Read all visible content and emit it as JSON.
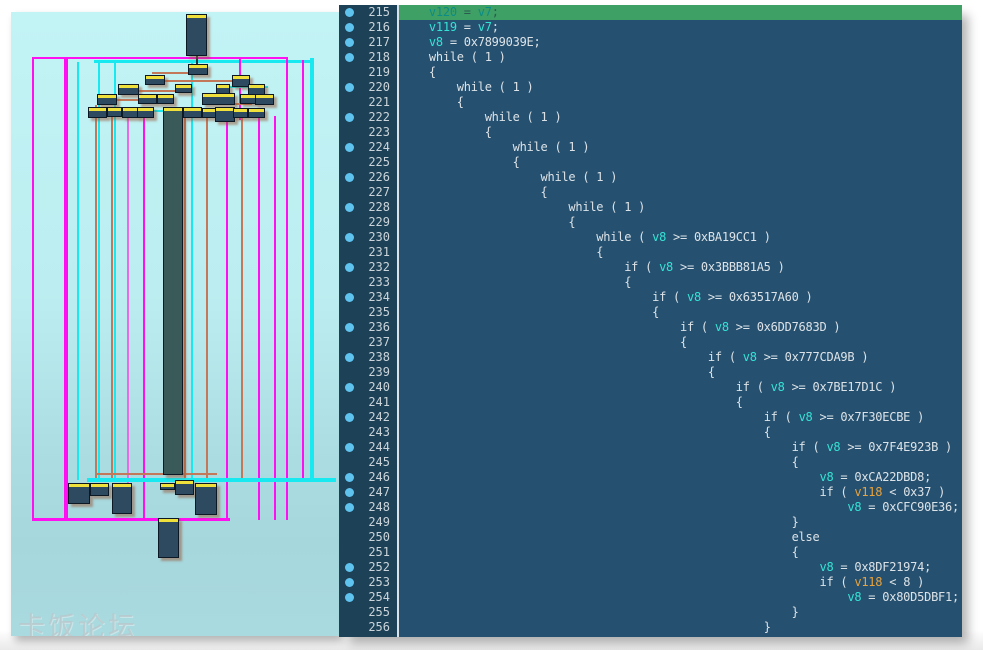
{
  "watermark": "卡饭论坛",
  "colors": {
    "magenta": "#ff10f0",
    "cyan": "#18e8f0",
    "salmon": "#c4785a",
    "violet": "#e86ae8",
    "dark": "#25333b",
    "node_body": "#2e4a60",
    "node_header": "#f0e03c",
    "column_body": "#3a5a5a",
    "highlight_green": "#3fa065",
    "variable_cyan": "#35e3d5",
    "variable_orange": "#e8a23c",
    "code_bg": "#26506f",
    "gutter_bg": "#1d4156",
    "breakpoint_blue": "#5fc3ef"
  },
  "graph": {
    "edges": [
      [
        "m",
        21,
        45,
        256,
        2
      ],
      [
        "c",
        83,
        48,
        220,
        3
      ],
      [
        "m",
        21,
        45,
        2,
        462
      ],
      [
        "M",
        53,
        45,
        4,
        464
      ],
      [
        "c",
        66,
        50,
        2,
        418
      ],
      [
        "s",
        84,
        93,
        2,
        375
      ],
      [
        "c",
        87,
        50,
        2,
        418
      ],
      [
        "s",
        100,
        100,
        2,
        368
      ],
      [
        "c",
        103,
        50,
        2,
        418
      ],
      [
        "v",
        116,
        103,
        2,
        373
      ],
      [
        "m",
        132,
        103,
        2,
        405
      ],
      [
        "s",
        173,
        100,
        2,
        368
      ],
      [
        "c",
        180,
        50,
        2,
        418
      ],
      [
        "s",
        195,
        104,
        2,
        364
      ],
      [
        "m",
        215,
        108,
        2,
        400
      ],
      [
        "s",
        230,
        104,
        2,
        364
      ],
      [
        "m",
        247,
        104,
        2,
        404
      ],
      [
        "m",
        263,
        104,
        2,
        404
      ],
      [
        "m",
        275,
        45,
        2,
        463
      ],
      [
        "m",
        291,
        48,
        2,
        420
      ],
      [
        "C",
        299,
        46,
        4,
        424
      ],
      [
        "m",
        228,
        45,
        2,
        63
      ],
      [
        "k",
        185,
        40,
        2,
        12
      ],
      [
        "s",
        141,
        60,
        40,
        2
      ],
      [
        "s",
        149,
        68,
        76,
        2
      ],
      [
        "s",
        114,
        78,
        54,
        2
      ],
      [
        "s",
        93,
        87,
        57,
        2
      ],
      [
        "s",
        199,
        91,
        42,
        2
      ],
      [
        "c",
        83,
        98,
        71,
        2
      ],
      [
        "c",
        205,
        74,
        52,
        2
      ],
      [
        "C",
        76,
        466,
        249,
        4
      ],
      [
        "s",
        84,
        461,
        122,
        2
      ],
      [
        "m",
        21,
        506,
        198,
        3
      ]
    ],
    "nodes": [
      [
        "h",
        175,
        2,
        19,
        40
      ],
      [
        "h",
        177,
        52,
        18,
        9
      ],
      [
        "h",
        134,
        63,
        18,
        8
      ],
      [
        "h",
        221,
        63,
        16,
        10
      ],
      [
        "h",
        107,
        72,
        19,
        9
      ],
      [
        "h",
        164,
        72,
        15,
        7
      ],
      [
        "h",
        205,
        72,
        12,
        8
      ],
      [
        "h",
        237,
        72,
        15,
        10
      ],
      [
        "h",
        86,
        82,
        18,
        9
      ],
      [
        "h",
        127,
        82,
        17,
        8
      ],
      [
        "h",
        146,
        82,
        15,
        8
      ],
      [
        "h",
        191,
        81,
        31,
        10
      ],
      [
        "h",
        229,
        82,
        14,
        8
      ],
      [
        "h",
        244,
        82,
        17,
        9
      ],
      [
        "h",
        77,
        95,
        17,
        9
      ],
      [
        "h",
        96,
        95,
        13,
        8
      ],
      [
        "h",
        111,
        95,
        14,
        9
      ],
      [
        "h",
        126,
        95,
        15,
        9
      ],
      [
        "c",
        152,
        95,
        18,
        366
      ],
      [
        "h",
        172,
        95,
        17,
        9
      ],
      [
        "h",
        191,
        96,
        12,
        8
      ],
      [
        "h",
        204,
        95,
        18,
        13
      ],
      [
        "h",
        222,
        96,
        13,
        8
      ],
      [
        "h",
        237,
        96,
        15,
        8
      ],
      [
        "h",
        57,
        471,
        20,
        19
      ],
      [
        "h",
        79,
        471,
        17,
        11
      ],
      [
        "h",
        101,
        471,
        18,
        29
      ],
      [
        "h",
        149,
        471,
        13,
        5
      ],
      [
        "h",
        164,
        468,
        17,
        13
      ],
      [
        "h",
        184,
        471,
        20,
        30
      ],
      [
        "h",
        147,
        506,
        19,
        38
      ]
    ]
  },
  "code": {
    "breakpoints": [
      215,
      216,
      217,
      218,
      220,
      222,
      224,
      226,
      228,
      230,
      232,
      234,
      236,
      238,
      240,
      242,
      244,
      246,
      247,
      248,
      252,
      253,
      254
    ],
    "highlight_line": 215,
    "lines": [
      {
        "n": 215,
        "i": 4,
        "t": [
          [
            "v",
            "v120"
          ],
          [
            "t",
            " = "
          ],
          [
            "v",
            "v7"
          ],
          [
            "t",
            ";"
          ]
        ]
      },
      {
        "n": 216,
        "i": 4,
        "t": [
          [
            "v",
            "v119"
          ],
          [
            "t",
            " = "
          ],
          [
            "v",
            "v7"
          ],
          [
            "t",
            ";"
          ]
        ]
      },
      {
        "n": 217,
        "i": 4,
        "t": [
          [
            "v",
            "v8"
          ],
          [
            "t",
            " = 0x7899039E;"
          ]
        ]
      },
      {
        "n": 218,
        "i": 4,
        "t": [
          [
            "t",
            "while ( 1 )"
          ]
        ]
      },
      {
        "n": 219,
        "i": 4,
        "t": [
          [
            "t",
            "{"
          ]
        ]
      },
      {
        "n": 220,
        "i": 8,
        "t": [
          [
            "t",
            "while ( 1 )"
          ]
        ]
      },
      {
        "n": 221,
        "i": 8,
        "t": [
          [
            "t",
            "{"
          ]
        ]
      },
      {
        "n": 222,
        "i": 12,
        "t": [
          [
            "t",
            "while ( 1 )"
          ]
        ]
      },
      {
        "n": 223,
        "i": 12,
        "t": [
          [
            "t",
            "{"
          ]
        ]
      },
      {
        "n": 224,
        "i": 16,
        "t": [
          [
            "t",
            "while ( 1 )"
          ]
        ]
      },
      {
        "n": 225,
        "i": 16,
        "t": [
          [
            "t",
            "{"
          ]
        ]
      },
      {
        "n": 226,
        "i": 20,
        "t": [
          [
            "t",
            "while ( 1 )"
          ]
        ]
      },
      {
        "n": 227,
        "i": 20,
        "t": [
          [
            "t",
            "{"
          ]
        ]
      },
      {
        "n": 228,
        "i": 24,
        "t": [
          [
            "t",
            "while ( 1 )"
          ]
        ]
      },
      {
        "n": 229,
        "i": 24,
        "t": [
          [
            "t",
            "{"
          ]
        ]
      },
      {
        "n": 230,
        "i": 28,
        "t": [
          [
            "t",
            "while ( "
          ],
          [
            "v",
            "v8"
          ],
          [
            "t",
            " >= 0xBA19CC1 )"
          ]
        ]
      },
      {
        "n": 231,
        "i": 28,
        "t": [
          [
            "t",
            "{"
          ]
        ]
      },
      {
        "n": 232,
        "i": 32,
        "t": [
          [
            "t",
            "if ( "
          ],
          [
            "v",
            "v8"
          ],
          [
            "t",
            " >= 0x3BBB81A5 )"
          ]
        ]
      },
      {
        "n": 233,
        "i": 32,
        "t": [
          [
            "t",
            "{"
          ]
        ]
      },
      {
        "n": 234,
        "i": 36,
        "t": [
          [
            "t",
            "if ( "
          ],
          [
            "v",
            "v8"
          ],
          [
            "t",
            " >= 0x63517A60 )"
          ]
        ]
      },
      {
        "n": 235,
        "i": 36,
        "t": [
          [
            "t",
            "{"
          ]
        ]
      },
      {
        "n": 236,
        "i": 40,
        "t": [
          [
            "t",
            "if ( "
          ],
          [
            "v",
            "v8"
          ],
          [
            "t",
            " >= 0x6DD7683D )"
          ]
        ]
      },
      {
        "n": 237,
        "i": 40,
        "t": [
          [
            "t",
            "{"
          ]
        ]
      },
      {
        "n": 238,
        "i": 44,
        "t": [
          [
            "t",
            "if ( "
          ],
          [
            "v",
            "v8"
          ],
          [
            "t",
            " >= 0x777CDA9B )"
          ]
        ]
      },
      {
        "n": 239,
        "i": 44,
        "t": [
          [
            "t",
            "{"
          ]
        ]
      },
      {
        "n": 240,
        "i": 48,
        "t": [
          [
            "t",
            "if ( "
          ],
          [
            "v",
            "v8"
          ],
          [
            "t",
            " >= 0x7BE17D1C )"
          ]
        ]
      },
      {
        "n": 241,
        "i": 48,
        "t": [
          [
            "t",
            "{"
          ]
        ]
      },
      {
        "n": 242,
        "i": 52,
        "t": [
          [
            "t",
            "if ( "
          ],
          [
            "v",
            "v8"
          ],
          [
            "t",
            " >= 0x7F30ECBE )"
          ]
        ]
      },
      {
        "n": 243,
        "i": 52,
        "t": [
          [
            "t",
            "{"
          ]
        ]
      },
      {
        "n": 244,
        "i": 56,
        "t": [
          [
            "t",
            "if ( "
          ],
          [
            "v",
            "v8"
          ],
          [
            "t",
            " >= 0x7F4E923B )"
          ]
        ]
      },
      {
        "n": 245,
        "i": 56,
        "t": [
          [
            "t",
            "{"
          ]
        ]
      },
      {
        "n": 246,
        "i": 60,
        "t": [
          [
            "v",
            "v8"
          ],
          [
            "t",
            " = 0xCA22DBD8;"
          ]
        ]
      },
      {
        "n": 247,
        "i": 60,
        "t": [
          [
            "t",
            "if ( "
          ],
          [
            "o",
            "v118"
          ],
          [
            "t",
            " < 0x37 )"
          ]
        ]
      },
      {
        "n": 248,
        "i": 64,
        "t": [
          [
            "v",
            "v8"
          ],
          [
            "t",
            " = 0xCFC90E36;"
          ]
        ]
      },
      {
        "n": 249,
        "i": 56,
        "t": [
          [
            "t",
            "}"
          ]
        ]
      },
      {
        "n": 250,
        "i": 56,
        "t": [
          [
            "t",
            "else"
          ]
        ]
      },
      {
        "n": 251,
        "i": 56,
        "t": [
          [
            "t",
            "{"
          ]
        ]
      },
      {
        "n": 252,
        "i": 60,
        "t": [
          [
            "v",
            "v8"
          ],
          [
            "t",
            " = 0x8DF21974;"
          ]
        ]
      },
      {
        "n": 253,
        "i": 60,
        "t": [
          [
            "t",
            "if ( "
          ],
          [
            "o",
            "v118"
          ],
          [
            "t",
            " < 8 )"
          ]
        ]
      },
      {
        "n": 254,
        "i": 64,
        "t": [
          [
            "v",
            "v8"
          ],
          [
            "t",
            " = 0x80D5DBF1;"
          ]
        ]
      },
      {
        "n": 255,
        "i": 56,
        "t": [
          [
            "t",
            "}"
          ]
        ]
      },
      {
        "n": 256,
        "i": 52,
        "t": [
          [
            "t",
            "}"
          ]
        ]
      }
    ]
  }
}
